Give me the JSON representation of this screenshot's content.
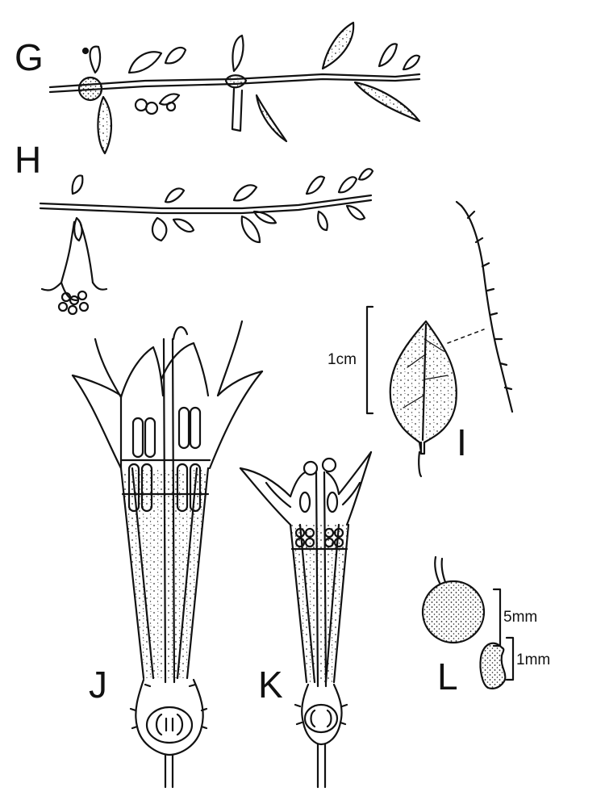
{
  "figure": {
    "labels": {
      "g": "G",
      "h": "H",
      "i": "I",
      "j": "J",
      "k": "K",
      "l": "L"
    },
    "scale_bars": {
      "leaf": "1cm",
      "berry": "5mm",
      "seed": "1mm"
    }
  }
}
